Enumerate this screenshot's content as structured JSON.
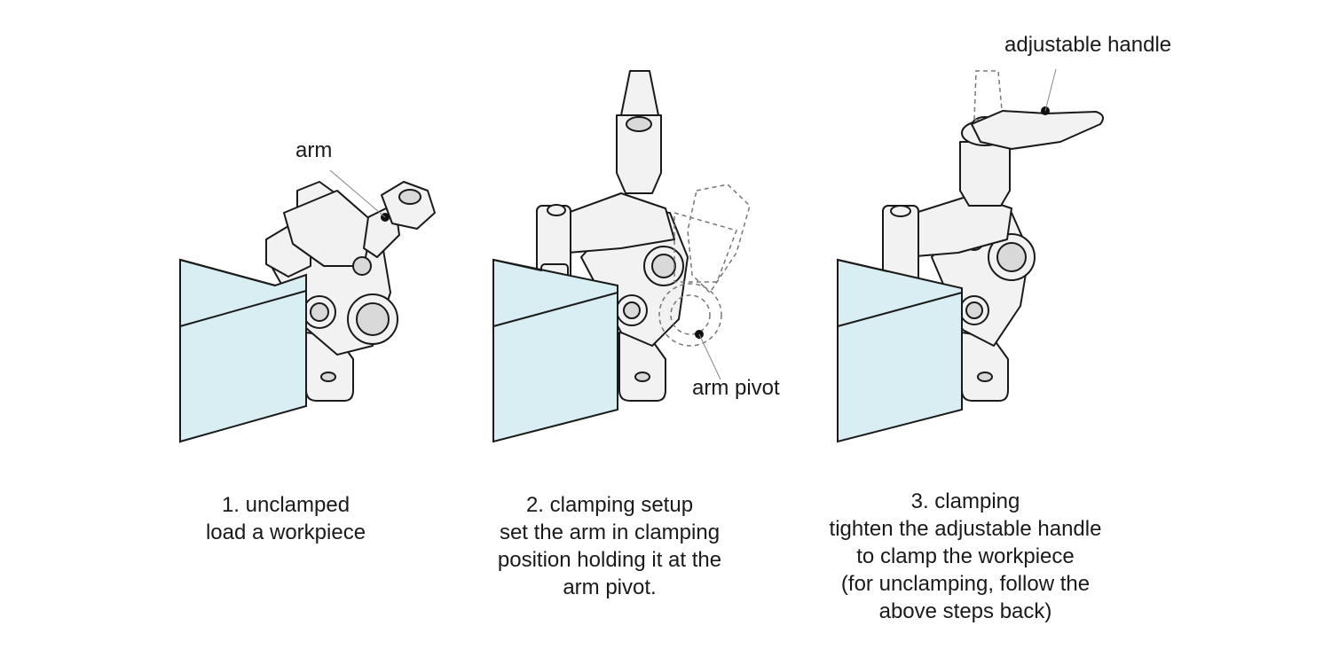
{
  "callouts": {
    "arm": "arm",
    "arm_pivot": "arm pivot",
    "adjustable_handle": "adjustable handle"
  },
  "steps": [
    {
      "lines": [
        "1. unclamped",
        "load a workpiece"
      ]
    },
    {
      "lines": [
        "2. clamping setup",
        "set the arm in clamping",
        "position holding it at the",
        "arm pivot."
      ]
    },
    {
      "lines": [
        "3. clamping",
        "tighten the adjustable handle",
        "to clamp the workpiece",
        "(for unclamping, follow the",
        "above steps back)"
      ]
    }
  ],
  "colors": {
    "workpiece": "#d8eef2",
    "line": "#1a1a1a",
    "part": "#f2f2f2"
  }
}
